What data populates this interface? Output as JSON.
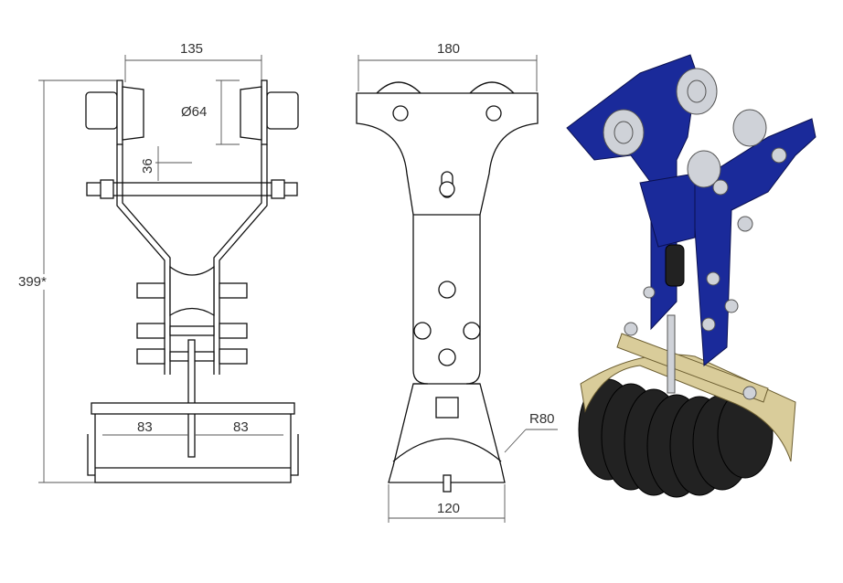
{
  "drawing": {
    "front_view": {
      "width_dim": "135",
      "wheel_diameter_dim": "Ø64",
      "clearance_dim": "36",
      "overall_height_dim": "399*",
      "left_half_dim": "83",
      "right_half_dim": "83"
    },
    "side_view": {
      "top_width_dim": "180",
      "bottom_width_dim": "120",
      "radius_dim": "R80"
    },
    "iso_view": {
      "colors": {
        "frame": "#1a2a9a",
        "saddle": "#d9cc9a",
        "cable": "#222222"
      }
    }
  }
}
